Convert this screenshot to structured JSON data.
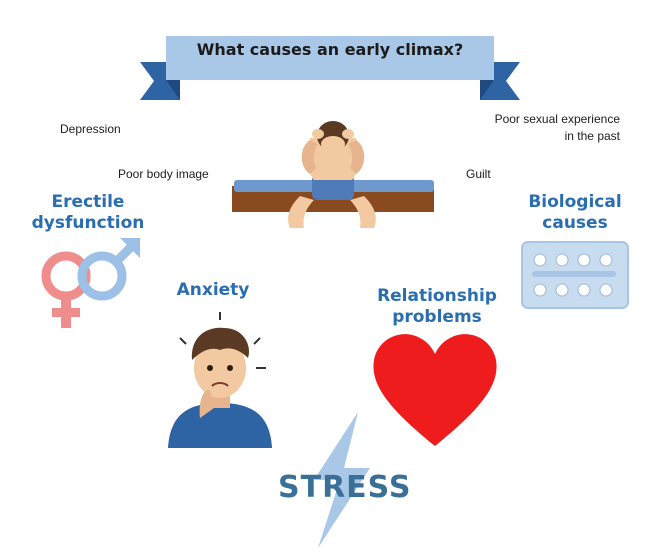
{
  "title": "What causes an early climax?",
  "labels": {
    "depression": "Depression",
    "poor_body_image": "Poor body image",
    "poor_sexual_experience": "Poor sexual experience\nin the past",
    "guilt": "Guilt",
    "erectile_dysfunction": "Erectile\ndysfunction",
    "biological_causes": "Biological\ncauses",
    "anxiety": "Anxiety",
    "relationship_problems": "Relationship\nproblems",
    "stress": "STRESS"
  },
  "icons": {
    "man": "man-on-bed-icon",
    "gender": "gender-symbols-icon",
    "pills": "pill-blister-icon",
    "anxious": "anxious-man-icon",
    "heart": "heart-icon",
    "lightning": "lightning-bolt-icon"
  },
  "colors": {
    "banner": "#a9c7e6",
    "banner_dark": "#2f64a4",
    "heading_blue": "#2a6db0",
    "heart": "#ee1c1c",
    "bed": "#8a4a1f",
    "stress": "#3a6f98"
  }
}
